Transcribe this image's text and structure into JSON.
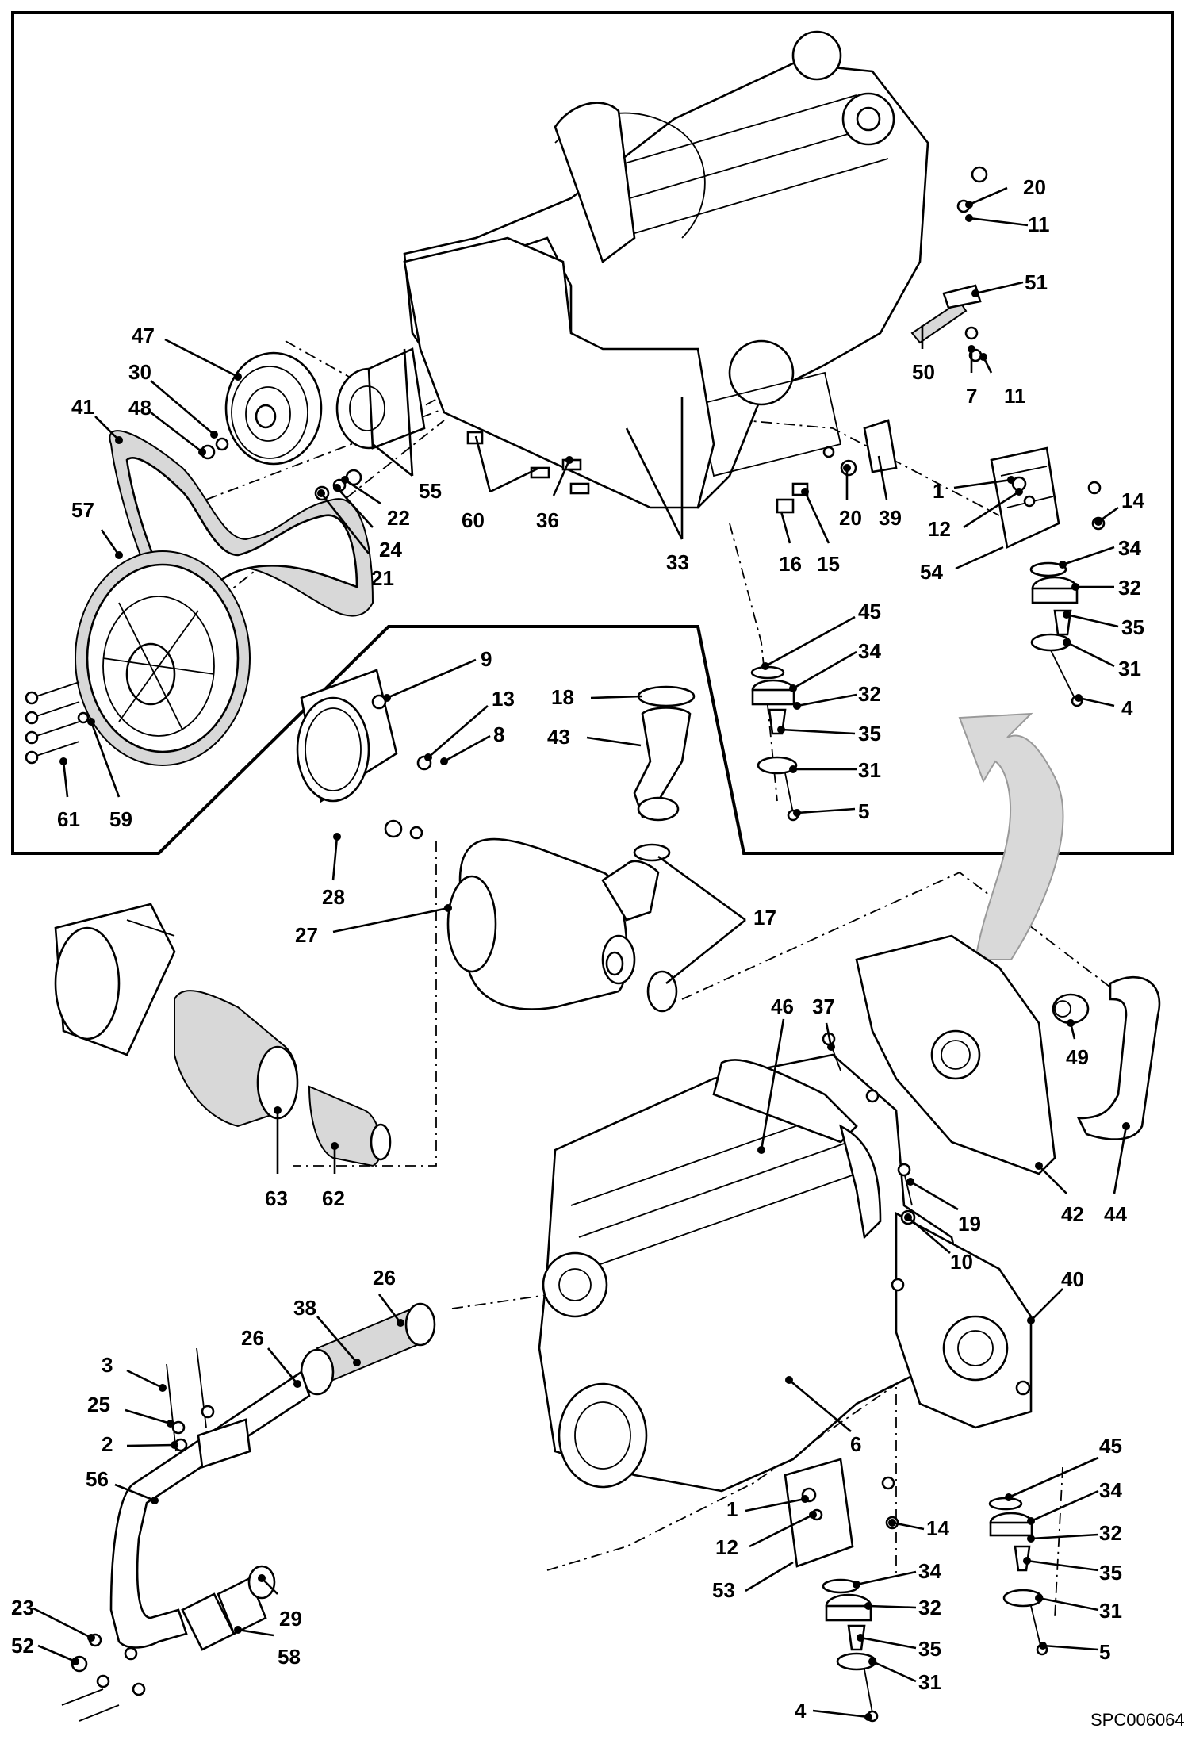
{
  "diagram_code": "SPC006064",
  "callouts": {
    "c20a": "20",
    "c11a": "11",
    "c51": "51",
    "c50": "50",
    "c7": "7",
    "c11b": "11",
    "c47": "47",
    "c30": "30",
    "c48": "48",
    "c41": "41",
    "c55": "55",
    "c22": "22",
    "c24": "24",
    "c21": "21",
    "c60": "60",
    "c36": "36",
    "c33": "33",
    "c16": "16",
    "c15": "15",
    "c20b": "20",
    "c39": "39",
    "c1a": "1",
    "c12a": "12",
    "c14a": "14",
    "c54": "54",
    "c34a": "34",
    "c32a": "32",
    "c35a": "35",
    "c31a": "31",
    "c4a": "4",
    "c57": "57",
    "c61": "61",
    "c59": "59",
    "c9": "9",
    "c13": "13",
    "c8": "8",
    "c18": "18",
    "c43": "43",
    "c28": "28",
    "c27": "27",
    "c17": "17",
    "c45a": "45",
    "c34b": "34",
    "c32b": "32",
    "c35b": "35",
    "c31b": "31",
    "c5a": "5",
    "c46": "46",
    "c37": "37",
    "c49": "49",
    "c42": "42",
    "c44": "44",
    "c19": "19",
    "c10": "10",
    "c40": "40",
    "c63": "63",
    "c62": "62",
    "c26a": "26",
    "c38": "38",
    "c26b": "26",
    "c3": "3",
    "c25": "25",
    "c2": "2",
    "c56": "56",
    "c6": "6",
    "c45b": "45",
    "c34c": "34",
    "c32c": "32",
    "c35c": "35",
    "c31c": "31",
    "c5b": "5",
    "c1b": "1",
    "c12b": "12",
    "c14b": "14",
    "c53": "53",
    "c34d": "34",
    "c32d": "32",
    "c35d": "35",
    "c31d": "31",
    "c4b": "4",
    "c23": "23",
    "c52": "52",
    "c58": "58",
    "c29": "29"
  }
}
